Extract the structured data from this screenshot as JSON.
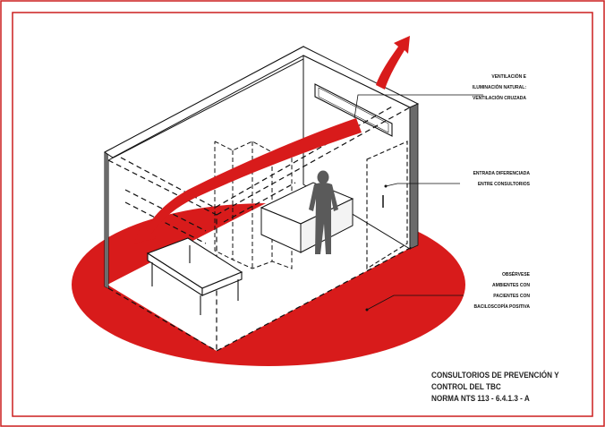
{
  "frame": {
    "border_color": "#cc1f1f"
  },
  "colors": {
    "accent": "#d81b1b",
    "line": "#111111",
    "wall_edge": "#6b6b6b",
    "figure": "#5a5a5a"
  },
  "callouts": {
    "ventilation": [
      "VENTILACIÓN E",
      "ILUMINACIÓN NATURAL:",
      "VENTILACIÓN CRUZADA"
    ],
    "entrance": [
      "ENTRADA DIFERENCIADA",
      "ENTRE CONSULTORIOS"
    ],
    "isolation": [
      "OBSÉRVESE",
      "AMBIENTES CON",
      "PACIENTES CON",
      "BACILOSCOPÍA POSITIVA"
    ]
  },
  "title": {
    "line1": "CONSULTORIOS DE PREVENCIÓN  Y",
    "line2": "CONTROL DEL TBC",
    "line3": "NORMA NTS 113 - 6.4.1.3 - A"
  },
  "icons": [
    "ventilation-arrow-icon",
    "person-figure-icon",
    "exam-bed-icon"
  ]
}
